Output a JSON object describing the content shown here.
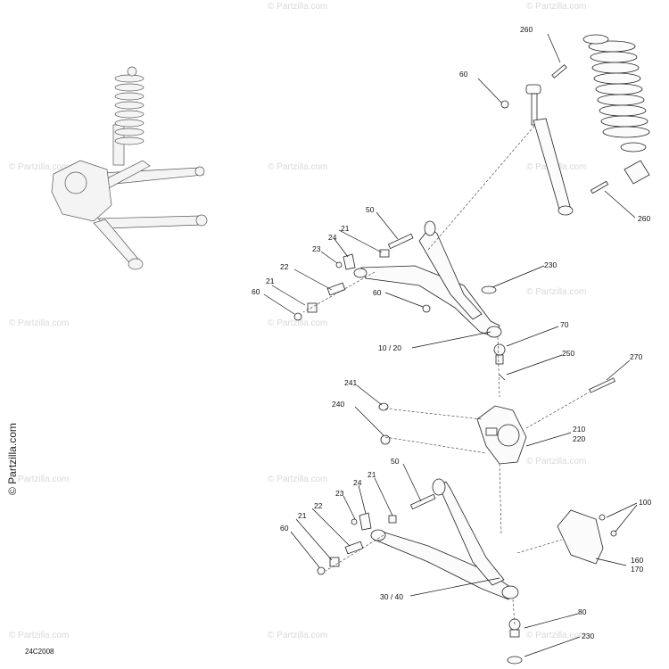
{
  "watermark": "© Partzilla.com",
  "side_watermark": "© Partzilla.com",
  "diagram_code": "24C2008",
  "callouts": {
    "c260a": "260",
    "c60a": "60",
    "c260b": "260",
    "c50a": "50",
    "c21a": "21",
    "c24a": "24",
    "c23a": "23",
    "c22a": "22",
    "c21b": "21",
    "c60b": "60",
    "c60c": "60",
    "c230a": "230",
    "c1020": "10 / 20",
    "c70": "70",
    "c250": "250",
    "c270": "270",
    "c241": "241",
    "c240": "240",
    "c210": "210",
    "c220": "220",
    "c50b": "50",
    "c21c": "21",
    "c24b": "24",
    "c23b": "23",
    "c22b": "22",
    "c21d": "21",
    "c60d": "60",
    "c100": "100",
    "c160": "160",
    "c170": "170",
    "c3040": "30 / 40",
    "c80": "80",
    "c230b": "230"
  }
}
